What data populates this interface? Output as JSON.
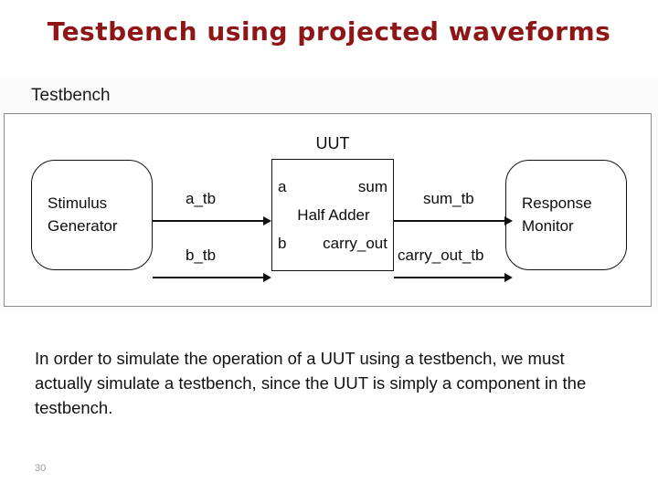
{
  "slide": {
    "title": "Testbench using projected waveforms",
    "title_color": "#8e1616",
    "page_number": "30"
  },
  "diagram": {
    "caption": "Testbench",
    "blocks": [
      {
        "name": "stimulus-generator",
        "line1": "Stimulus",
        "line2": "Generator",
        "shape": "rounded-rect"
      },
      {
        "name": "response-monitor",
        "line1": "Response",
        "line2": "Monitor",
        "shape": "rounded-rect"
      }
    ],
    "uut": {
      "label": "UUT",
      "inner_name": "Half Adder",
      "shape": "rect",
      "inputs": [
        "a",
        "b"
      ],
      "outputs": [
        "sum",
        "carry_out"
      ]
    },
    "signals": [
      {
        "name": "a-tb",
        "label": "a_tb",
        "from": "stimulus-generator",
        "to": "uut.a",
        "direction": "right"
      },
      {
        "name": "b-tb",
        "label": "b_tb",
        "from": "stimulus-generator",
        "to": "uut.b",
        "direction": "right"
      },
      {
        "name": "sum-tb",
        "label": "sum_tb",
        "from": "uut.sum",
        "to": "response-monitor",
        "direction": "right"
      },
      {
        "name": "carry-out-tb",
        "label": "carry_out_tb",
        "from": "uut.carry_out",
        "to": "response-monitor",
        "direction": "right"
      }
    ]
  },
  "body": {
    "paragraph": "In order to simulate the operation of a UUT using a testbench, we must actually simulate a testbench, since the UUT is simply a component in the testbench."
  }
}
